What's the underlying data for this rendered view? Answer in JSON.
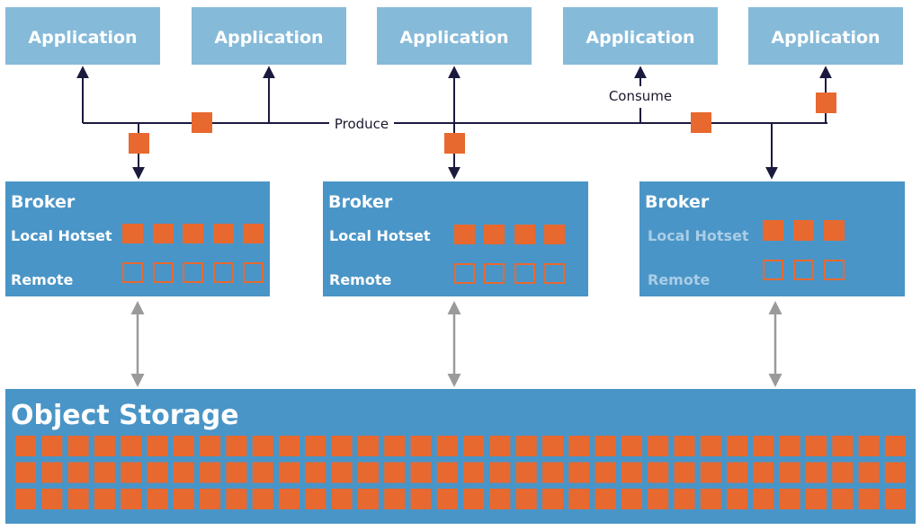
{
  "colors": {
    "application_fill": "#86bad9",
    "broker_fill": "#4a95c7",
    "storage_fill": "#4a95c7",
    "segment": "#e8692f",
    "line": "#1a1a3e",
    "bidirectional_arrow": "#9a9a9a",
    "dim_label": "#a9cde6"
  },
  "applications": [
    {
      "label": "Application"
    },
    {
      "label": "Application"
    },
    {
      "label": "Application"
    },
    {
      "label": "Application"
    },
    {
      "label": "Application"
    }
  ],
  "flow_labels": {
    "produce": "Produce",
    "consume": "Consume"
  },
  "brokers": [
    {
      "title": "Broker",
      "hotset_label": "Local Hotset",
      "remote_label": "Remote",
      "hotset_count": 5,
      "remote_count": 5,
      "labels_dimmed": false
    },
    {
      "title": "Broker",
      "hotset_label": "Local Hotset",
      "remote_label": "Remote",
      "hotset_count": 4,
      "remote_count": 4,
      "labels_dimmed": false
    },
    {
      "title": "Broker",
      "hotset_label": "Local Hotset",
      "remote_label": "Remote",
      "hotset_count": 3,
      "remote_count": 3,
      "labels_dimmed": true
    }
  ],
  "object_storage": {
    "title": "Object Storage",
    "grid_rows": 3,
    "grid_cols": 34
  }
}
